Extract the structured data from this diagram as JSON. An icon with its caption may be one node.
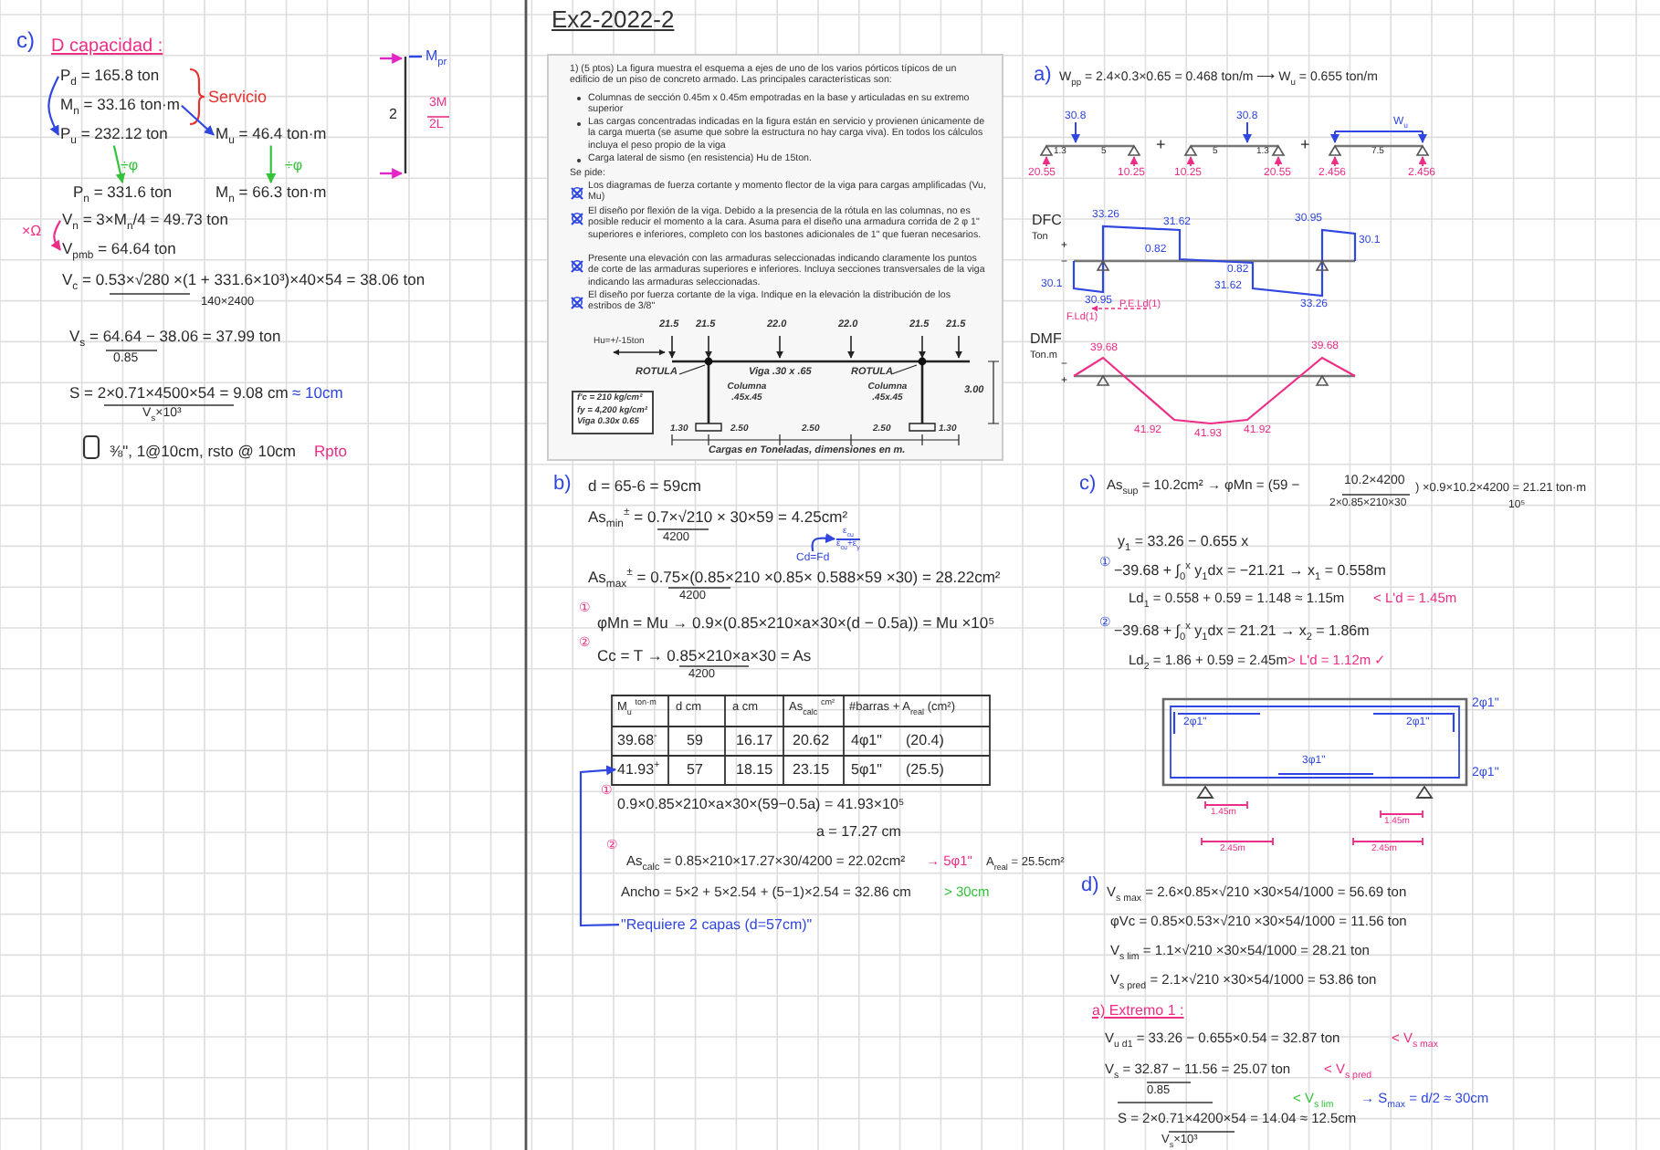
{
  "diagram": {
    "title": "Ex2-2022-2",
    "nodes": [
      {
        "text": [
          "P$_{d}$ = 165.8 ton"
        ]
      },
      {
        "text": [
          "M$_{n}$ = 33.16 ton·m"
        ]
      },
      {
        "text": [
          "P$_{u}$ = 232.12 ton"
        ]
      },
      {
        "text": [
          "M$_{u}$ = 46.4 ton·m"
        ]
      },
      {
        "text": [
          "P$_{n}$ = 331.6 ton"
        ]
      },
      {
        "text": [
          "M$_{n}$ = 66.3 ton·m"
        ]
      },
      {
        "text": [
          "V$_{n}$ = 3×M$_{n}$/4 = 49.73 ton"
        ]
      },
      {
        "text": [
          "V$_{pmb}$ = 64.64 ton"
        ]
      },
      {
        "text": [
          "f'c = 210 kg/cm²",
          "fy = 4,200 kg/cm²",
          "Viga 0.30x 0.65"
        ]
      },
      {
        "text": [
          "Cd=Fd"
        ]
      },
      {
        "text": [
          "ε$_{cu}$",
          "ε$_{cu}$+ε$_{y}$"
        ]
      },
      {
        "text": [
          "\"Requiere 2 capas (d=57cm)\""
        ]
      },
      {
        "text": [
          "41.93$^{+}$"
        ]
      }
    ],
    "edges": [
      {
        "from": 0,
        "to": 2,
        "arrow": "to"
      },
      {
        "from": 1,
        "to": 3,
        "arrow": "to"
      },
      {
        "from": 2,
        "to": 4,
        "arrow": "to",
        "label": "÷φ",
        "color": "#33c23a"
      },
      {
        "from": 3,
        "to": 5,
        "arrow": "to",
        "label": "÷φ",
        "color": "#33c23a"
      },
      {
        "from": 6,
        "to": 7,
        "arrow": "to",
        "label": "×Ω",
        "color": "#ee2d86"
      },
      {
        "from": 9,
        "to": 10,
        "arrow": "to"
      },
      {
        "from": 11,
        "to": 12,
        "arrow": "to"
      }
    ],
    "labels": [
      "c)",
      "D capacidad :",
      "M$_{pr}$",
      "2",
      "3M",
      "2L",
      "Servicio",
      "V$_{c}$ = 0.53×√280 ×(1 + 331.6×10³)×40×54 = 38.06 ton",
      "140×2400",
      "V$_{s}$ = 64.64 − 38.06 = 37.99 ton",
      "0.85",
      "S = 2×0.71×4500×54 = 9.08 cm",
      "≈ 10cm",
      "V$_{s}$×10³",
      "⅜\", 1@10cm, rsto @ 10cm",
      "Rpto",
      "1) (5 ptos) La figura muestra el esquema a ejes de uno de los varios pórticos típicos de un edificio de un piso de concreto armado. Las principales características son:",
      "Columnas de sección 0.45m x 0.45m empotradas en la base y articuladas en su extremo superior",
      "Las cargas concentradas indicadas en la figura están en servicio y provienen únicamente de la carga muerta (se asume que sobre la estructura no hay carga viva). En todos los cálculos incluya el peso propio de la viga",
      "Carga lateral de sismo (en resistencia) Hu de 15ton.",
      "Se pide:",
      "Los diagramas de fuerza cortante y momento flector de la viga para cargas amplificadas (Vu, Mu)",
      "El diseño por flexión de la viga. Debido a la presencia de la rótula en las columnas, no es posible reducir el momento a la cara. Asuma para el diseño una armadura corrida de 2 φ 1\" superiores e inferiores, completo con los bastones adicionales de 1\" que fueran necesarios.",
      "Presente una elevación con las armaduras seleccionadas indicando claramente los puntos de corte de las armaduras superiores e inferiores. Incluya secciones transversales de la viga indicando las armaduras seleccionadas.",
      "El diseño por fuerza cortante de la viga. Indique en la elevación la distribución de los estribos de 3/8\"",
      "21.5",
      "21.5",
      "22.0",
      "22.0",
      "21.5",
      "21.5",
      "Hu=+/-15ton",
      "ROTULA",
      "Viga .30 x .65",
      "ROTULA",
      "Columna .45x.45",
      "Columna .45x.45",
      "3.00",
      "1.30",
      "2.50",
      "2.50",
      "2.50",
      "1.30",
      "Cargas en Toneladas, dimensiones en m.",
      "b)",
      "d = 65-6 = 59cm",
      "As$_{min}$$^{±}$ = 0.7×√210 × 30×59 = 4.25cm²",
      "4200",
      "As$_{max}$$^{±}$ = 0.75×(0.85×210 ×0.85× 0.588×59 ×30) = 28.22cm²",
      "4200",
      "①",
      "φMn = Mu → 0.9×(0.85×210×a×30×(d − 0.5a)) = Mu ×10⁵",
      "②",
      "Cc = T → 0.85×210×a×30 = As",
      "4200",
      "M$_{u}$ $^{ton·m}$",
      "d cm",
      "a cm",
      "As$_{calc}$ $^{cm²}$",
      "#barras + A$_{real}$ (cm²)",
      "39.68$^{-}$",
      "59",
      "16.17",
      "20.62",
      "4φ1\"",
      "(20.4)",
      "57",
      "18.15",
      "23.15",
      "5φ1\"",
      "(25.5)",
      "①",
      "0.9×0.85×210×a×30×(59−0.5a) = 41.93×10⁵",
      "a = 17.27 cm",
      "②",
      "As$_{calc}$ = 0.85×210×17.27×30/4200 = 22.02cm²",
      "→ 5φ1\"",
      "A$_{real}$ = 25.5cm²",
      "Ancho = 5×2 + 5×2.54 + (5−1)×2.54 = 32.86 cm",
      "> 30cm",
      "a)",
      "W$_{pp}$ = 2.4×0.3×0.65 = 0.468 ton/m ⟶ W$_{u}$ = 0.655 ton/m",
      "30.8",
      "1.3",
      "5",
      "20.55",
      "10.25",
      "+",
      "30.8",
      "5",
      "1.3",
      "10.25",
      "20.55",
      "+",
      "W$_{u}$",
      "7.5",
      "2.456",
      "2.456",
      "DFC",
      "Ton",
      "+",
      "−",
      "33.26",
      "31.62",
      "0.82",
      "0.82",
      "31.62",
      "33.26",
      "30.95",
      "30.1",
      "30.1",
      "30.95",
      "F.Ld(1)",
      "P.E.Ld(1)",
      "DMF",
      "Ton.m",
      "−",
      "+",
      "39.68",
      "39.68",
      "41.92",
      "41.93",
      "41.92",
      "c)",
      "As$_{sup}$ = 10.2cm² → φMn = (59 −",
      "10.2×4200",
      "2×0.85×210×30",
      ") ×0.9×10.2×4200 = 21.21 ton·m",
      "10⁵",
      "y$_{1}$ = 33.26 − 0.655 x",
      "①",
      "−39.68 + ∫$_{0}$$^{x}$ y$_{1}$dx = −21.21 → x$_{1}$ = 0.558m",
      "Ld$_{1}$ = 0.558 + 0.59 = 1.148 ≈ 1.15m",
      "< L'd = 1.45m",
      "②",
      "−39.68 + ∫$_{0}$$^{x}$ y$_{1}$dx = 21.21 → x$_{2}$ = 1.86m",
      "Ld$_{2}$ = 1.86 + 0.59 = 2.45m",
      "> L'd = 1.12m ✓",
      "2φ1\"",
      "2φ1\"",
      "3φ1\"",
      "2φ1\"",
      "2φ1\"",
      "1.45m",
      "1.45m",
      "2.45m",
      "2.45m",
      "d)",
      "V$_{s max}$ = 2.6×0.85×√210 ×30×54/1000 = 56.69 ton",
      "φVc = 0.85×0.53×√210 ×30×54/1000 = 11.56 ton",
      "V$_{s lim}$ = 1.1×√210 ×30×54/1000 = 28.21 ton",
      "V$_{s pred}$ = 2.1×√210 ×30×54/1000 = 53.86 ton",
      "a) Extremo 1 :",
      "V$_{u d1}$ = 33.26 − 0.655×0.54 = 32.87 ton",
      "< V$_{s max}$",
      "V$_{s}$ = 32.87 − 11.56 = 25.07 ton",
      "0.85",
      "< V$_{s pred}$",
      "< V$_{s lim}$",
      "→ S$_{max}$ = d/2 ≈ 30cm",
      "S = 2×0.71×4200×54 = 14.04 ≈ 12.5cm",
      "V$_{s}$×10³"
    ]
  }
}
